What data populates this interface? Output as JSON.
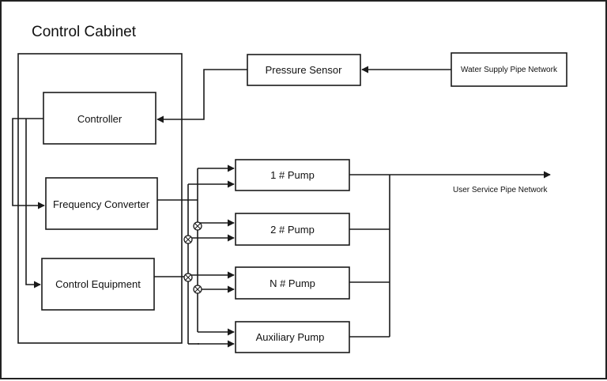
{
  "title": "Control Cabinet",
  "nodes": {
    "controller": "Controller",
    "frequency_converter": "Frequency Converter",
    "control_equipment": "Control Equipment",
    "pressure_sensor": "Pressure Sensor",
    "water_supply": "Water Supply Pipe Network",
    "pump1": "1 # Pump",
    "pump2": "2 # Pump",
    "pumpN": "N # Pump",
    "aux_pump": "Auxiliary Pump",
    "user_service": "User Service Pipe Network"
  },
  "colors": {
    "stroke": "#1a1a1a",
    "background": "#ffffff"
  }
}
